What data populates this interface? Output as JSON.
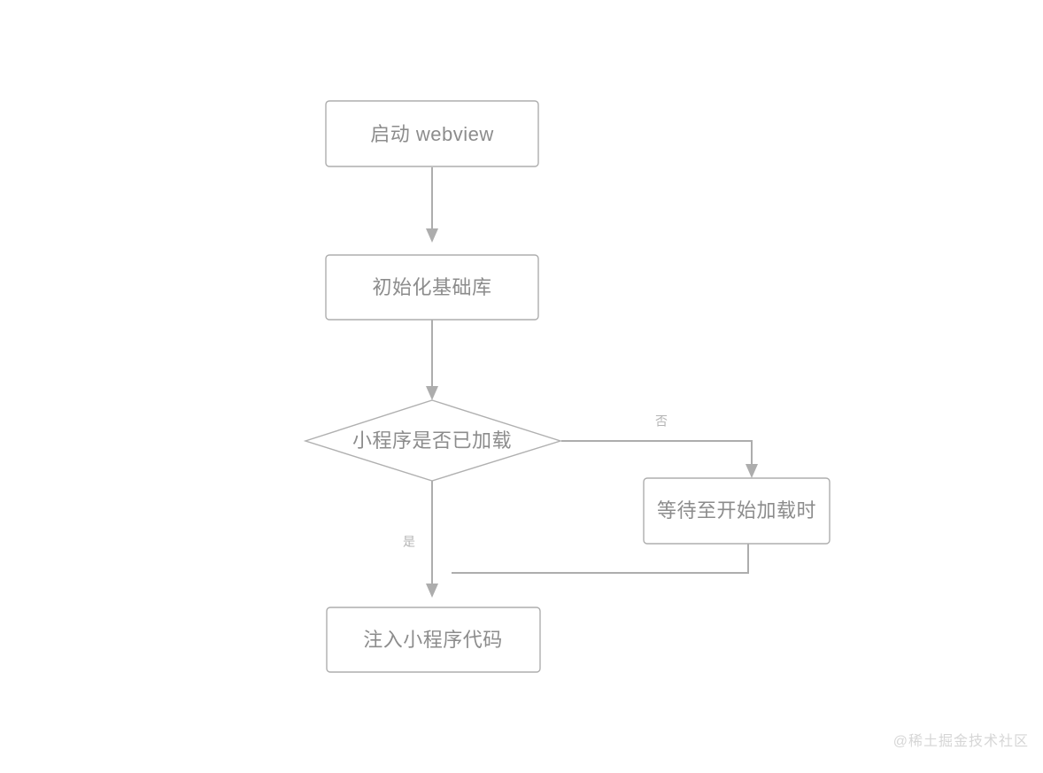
{
  "diagram": {
    "type": "flowchart",
    "title": "",
    "background_color": "#ffffff",
    "stroke_color": "#adadad",
    "text_color": "#8c8c8c",
    "label_color": "#b4b4b4",
    "nodes": [
      {
        "id": "start",
        "shape": "rectangle",
        "label": "启动 webview"
      },
      {
        "id": "init",
        "shape": "rectangle",
        "label": "初始化基础库"
      },
      {
        "id": "decision",
        "shape": "diamond",
        "label": "小程序是否已加载"
      },
      {
        "id": "wait",
        "shape": "rectangle",
        "label": "等待至开始加载时"
      },
      {
        "id": "inject",
        "shape": "rectangle",
        "label": "注入小程序代码"
      }
    ],
    "edges": [
      {
        "id": "start-init",
        "from": "start",
        "to": "init",
        "label": ""
      },
      {
        "id": "init-decision",
        "from": "init",
        "to": "decision",
        "label": ""
      },
      {
        "id": "decision-wait",
        "from": "decision",
        "to": "wait",
        "label": "否"
      },
      {
        "id": "decision-inject",
        "from": "decision",
        "to": "inject",
        "label": "是"
      },
      {
        "id": "wait-inject",
        "from": "wait",
        "to": "inject",
        "label": ""
      }
    ]
  },
  "watermark": {
    "text": "@稀土掘金技术社区"
  }
}
